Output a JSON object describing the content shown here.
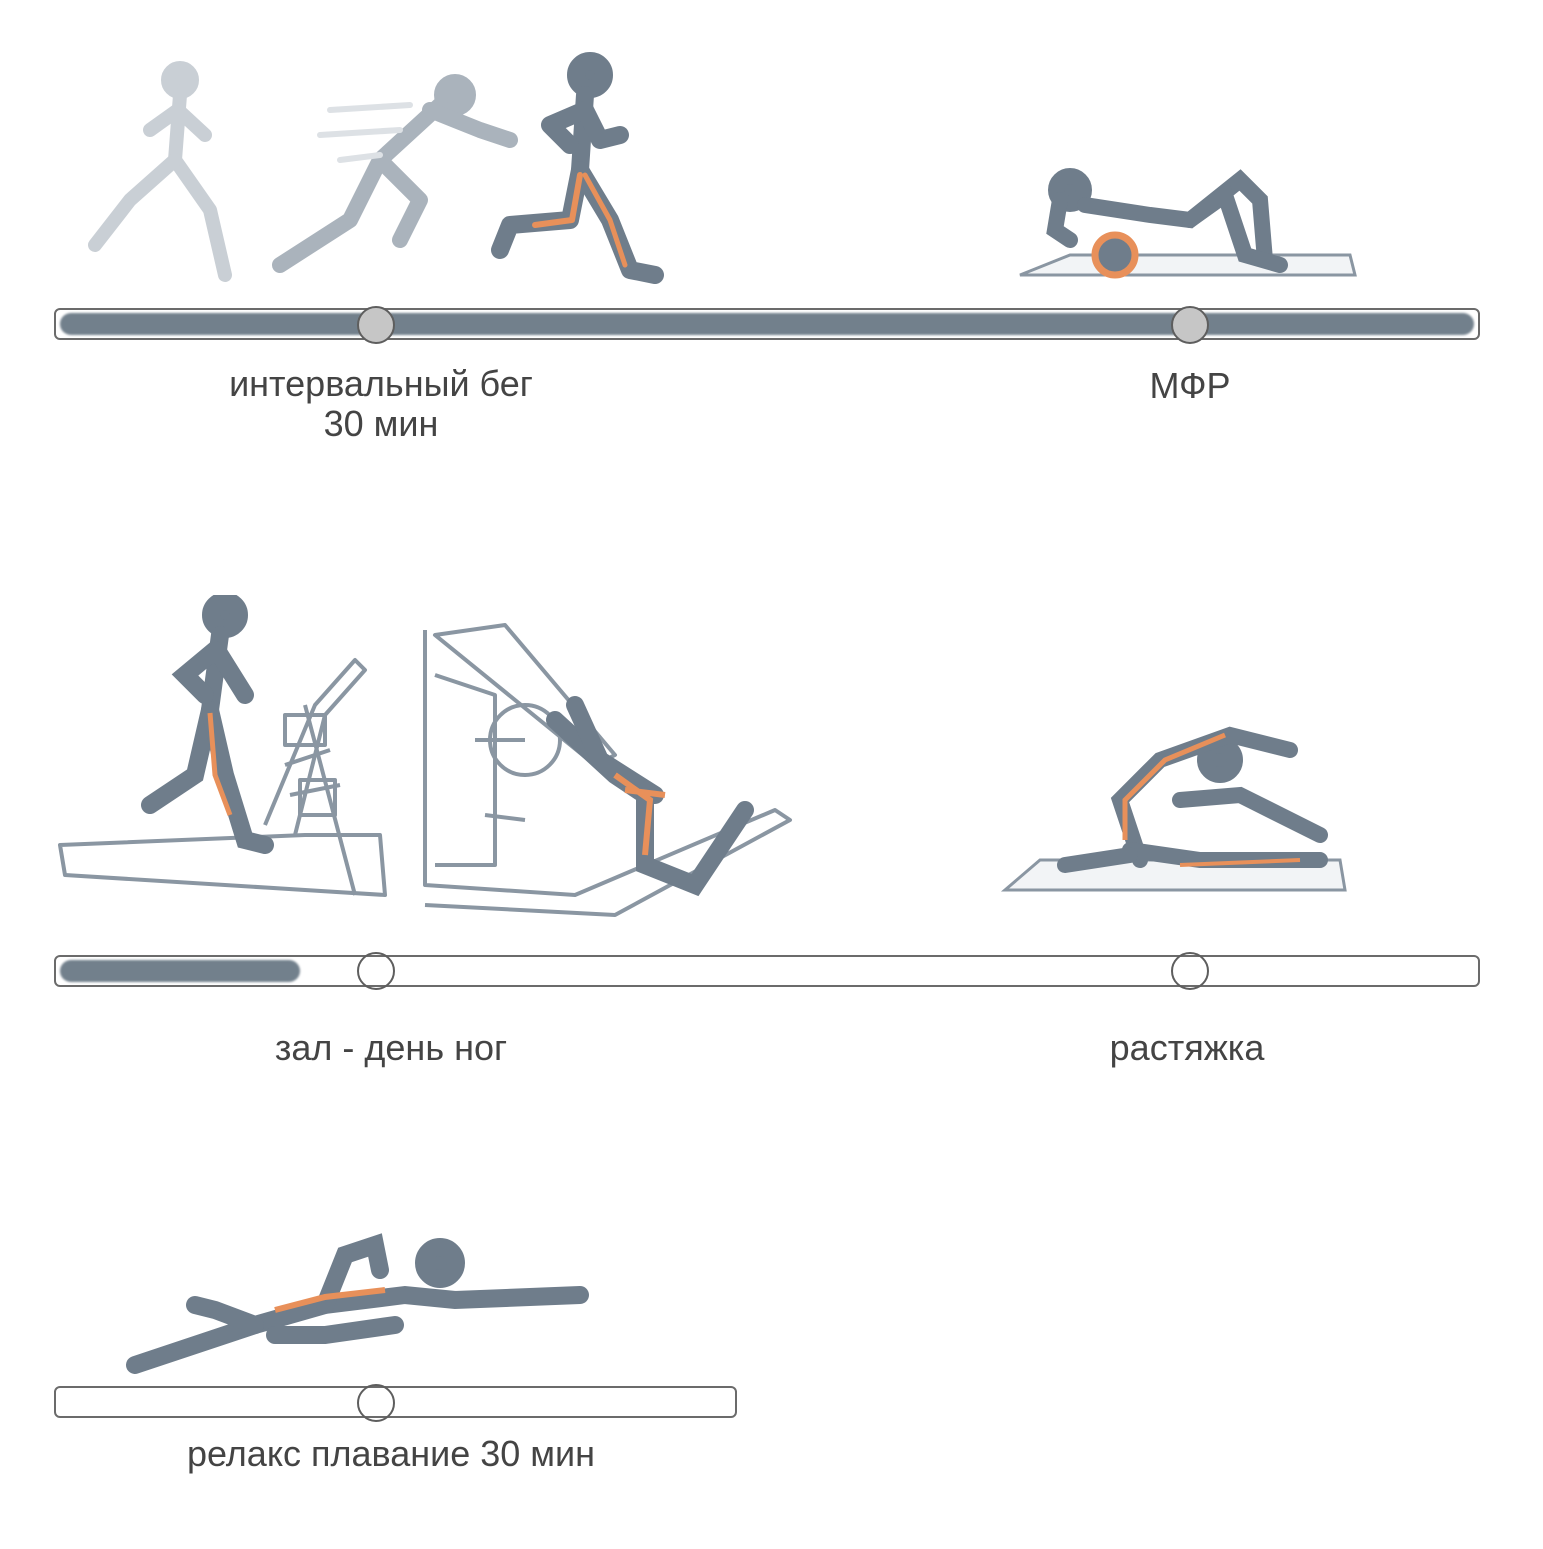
{
  "colors": {
    "track_fill": "#72808c",
    "knob_done": "#c6c6c6",
    "accent": "#e8905a",
    "figure": "#6f7d8b"
  },
  "tracks": [
    {
      "progress_percent": 100,
      "steps": [
        {
          "label_line1": "интервальный бег",
          "label_line2": "30 мин",
          "illustration": "running-icon",
          "completed": true
        },
        {
          "label_line1": "МФР",
          "illustration": "foam-roller-icon",
          "completed": true
        }
      ]
    },
    {
      "progress_percent": 17,
      "steps": [
        {
          "label_line1": "зал - день ног",
          "illustration": "treadmill-leg-press-icon",
          "completed": false
        },
        {
          "label_line1": "растяжка",
          "illustration": "stretching-icon",
          "completed": false
        }
      ]
    },
    {
      "progress_percent": 0,
      "steps": [
        {
          "label_line1": "релакс плавание 30 мин",
          "illustration": "swimming-icon",
          "completed": false
        }
      ]
    }
  ]
}
